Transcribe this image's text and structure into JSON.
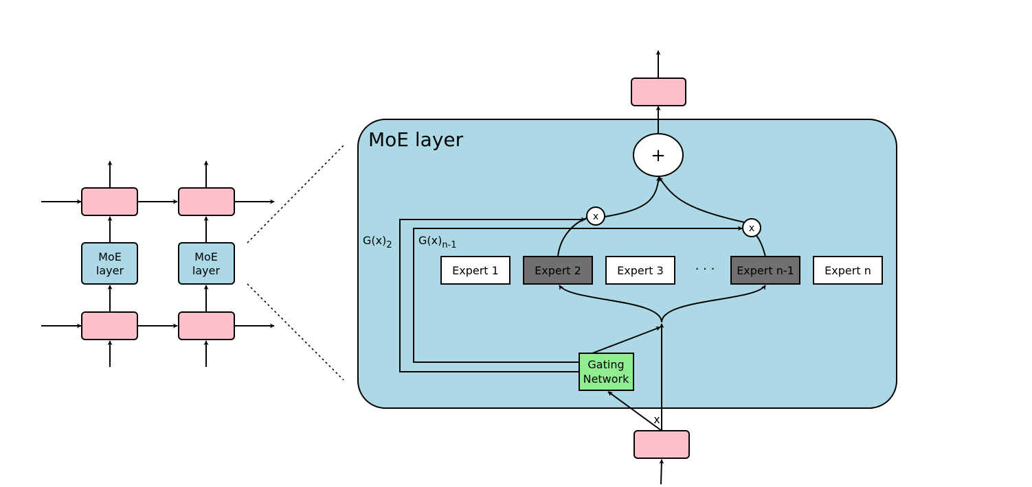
{
  "moe_block": {
    "title": "MoE layer"
  },
  "left_stack": {
    "moe_label_line1": "MoE",
    "moe_label_line2": "layer"
  },
  "experts": [
    {
      "label": "Expert 1"
    },
    {
      "label": "Expert 2",
      "selected": true
    },
    {
      "label": "Expert 3"
    },
    {
      "label": "Expert n-1",
      "selected": true
    },
    {
      "label": "Expert n"
    }
  ],
  "ellipsis": "· · ·",
  "gating": {
    "line1": "Gating",
    "line2": "Network"
  },
  "gate_weights": {
    "g2_main": "G(x)",
    "g2_sub": "2",
    "gn_main": "G(x)",
    "gn_sub": "n-1"
  },
  "ops": {
    "multiply": "x",
    "sum": "+"
  },
  "input_label": "x",
  "colors": {
    "layer_fill": "#add8e6",
    "pink": "#ffc0cb",
    "selected_expert": "#707070",
    "gating": "#90ee90"
  }
}
